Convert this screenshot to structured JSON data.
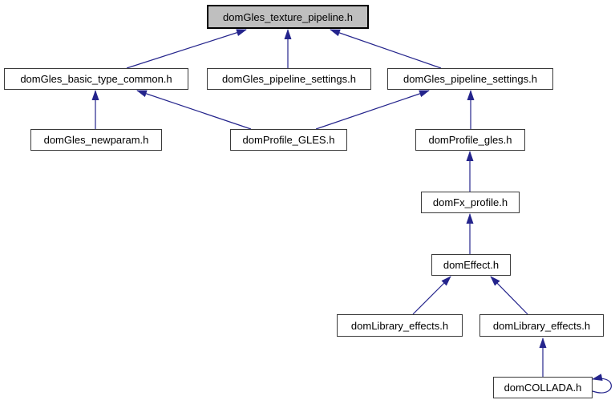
{
  "diagram": {
    "type": "include-dependency-graph",
    "root_file": "domGles_texture_pipeline.h",
    "nodes": [
      {
        "id": "n0",
        "label": "domGles_texture_pipeline.h",
        "highlighted": true
      },
      {
        "id": "n1",
        "label": "domGles_basic_type_common.h",
        "highlighted": false
      },
      {
        "id": "n2",
        "label": "domGles_pipeline_settings.h",
        "highlighted": false
      },
      {
        "id": "n3",
        "label": "domGles_pipeline_settings.h",
        "highlighted": false
      },
      {
        "id": "n4",
        "label": "domGles_newparam.h",
        "highlighted": false
      },
      {
        "id": "n5",
        "label": "domProfile_GLES.h",
        "highlighted": false
      },
      {
        "id": "n6",
        "label": "domProfile_gles.h",
        "highlighted": false
      },
      {
        "id": "n7",
        "label": "domFx_profile.h",
        "highlighted": false
      },
      {
        "id": "n8",
        "label": "domEffect.h",
        "highlighted": false
      },
      {
        "id": "n9",
        "label": "domLibrary_effects.h",
        "highlighted": false
      },
      {
        "id": "n10",
        "label": "domLibrary_effects.h",
        "highlighted": false
      },
      {
        "id": "n11",
        "label": "domCOLLADA.h",
        "highlighted": false
      }
    ],
    "edges": [
      {
        "from": "n1",
        "to": "n0"
      },
      {
        "from": "n2",
        "to": "n0"
      },
      {
        "from": "n3",
        "to": "n0"
      },
      {
        "from": "n4",
        "to": "n1"
      },
      {
        "from": "n5",
        "to": "n1"
      },
      {
        "from": "n5",
        "to": "n3"
      },
      {
        "from": "n6",
        "to": "n3"
      },
      {
        "from": "n7",
        "to": "n6"
      },
      {
        "from": "n8",
        "to": "n7"
      },
      {
        "from": "n9",
        "to": "n8"
      },
      {
        "from": "n10",
        "to": "n8"
      },
      {
        "from": "n11",
        "to": "n10"
      },
      {
        "from": "n11",
        "to": "n11"
      }
    ],
    "colors": {
      "edge": "#24248c",
      "node_fill": "#ffffff",
      "node_border": "#3a3a3a",
      "highlight_fill": "#bfbfbf",
      "highlight_border": "#000000",
      "text": "#000000",
      "background": "#ffffff"
    }
  }
}
